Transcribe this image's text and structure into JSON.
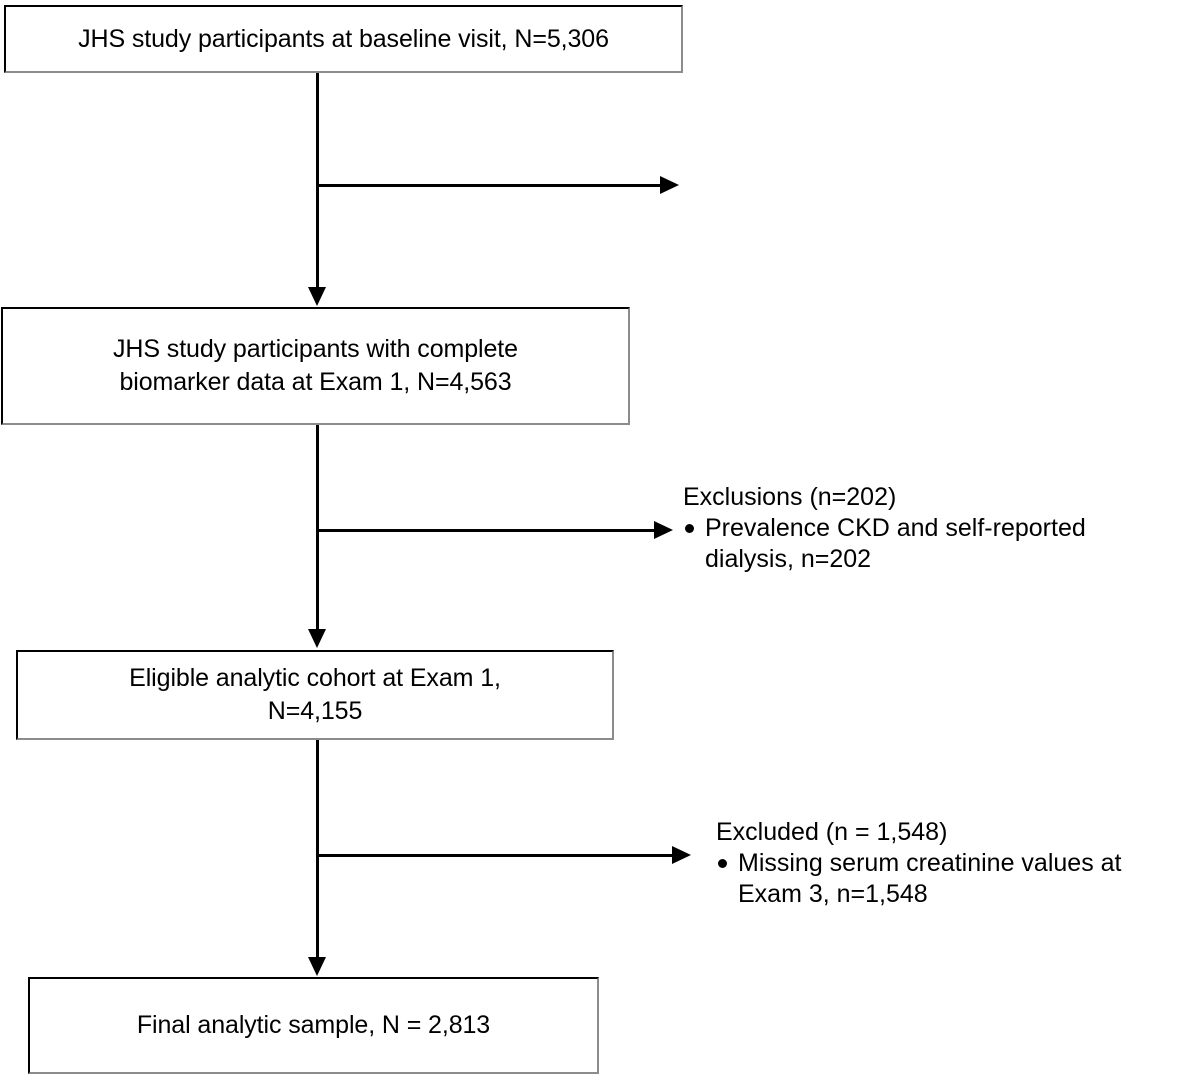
{
  "diagram": {
    "title": "JHS study participant flow diagram",
    "colors": {
      "stroke": "#000000",
      "box_shadow_edge": "#8c8c8c",
      "background": "#ffffff"
    },
    "boxes": [
      {
        "id": "baseline",
        "text": "JHS study participants at baseline visit, N=5,306",
        "n": "5,306"
      },
      {
        "id": "biomarker",
        "text": "JHS study participants with complete\nbiomarker data at Exam 1, N=4,563",
        "n": "4,563"
      },
      {
        "id": "eligible",
        "text": "Eligible analytic cohort at Exam 1,\nN=4,155",
        "n": "4,155"
      },
      {
        "id": "final",
        "text": "Final analytic sample, N = 2,813",
        "n": "2,813"
      }
    ],
    "exclusions": [
      {
        "id": "exclusions-1",
        "title": "Exclusions (n=202)",
        "items": [
          "Prevalence CKD and self-reported\ndialysis, n=202"
        ]
      },
      {
        "id": "exclusions-2",
        "title": "Excluded (n = 1,548)",
        "items": [
          "Missing serum creatinine values at\nExam 3, n=1,548"
        ]
      }
    ],
    "connectors": [
      {
        "id": "stem-1",
        "from": "baseline",
        "to": "biomarker",
        "label": ""
      },
      {
        "id": "branch-1",
        "from": "baseline",
        "to": "",
        "label": ""
      },
      {
        "id": "stem-2",
        "from": "biomarker",
        "to": "eligible",
        "label": ""
      },
      {
        "id": "branch-2",
        "from": "biomarker",
        "to": "exclusions-1",
        "label": ""
      },
      {
        "id": "stem-3",
        "from": "eligible",
        "to": "final",
        "label": ""
      },
      {
        "id": "branch-3",
        "from": "eligible",
        "to": "exclusions-2",
        "label": ""
      }
    ]
  }
}
